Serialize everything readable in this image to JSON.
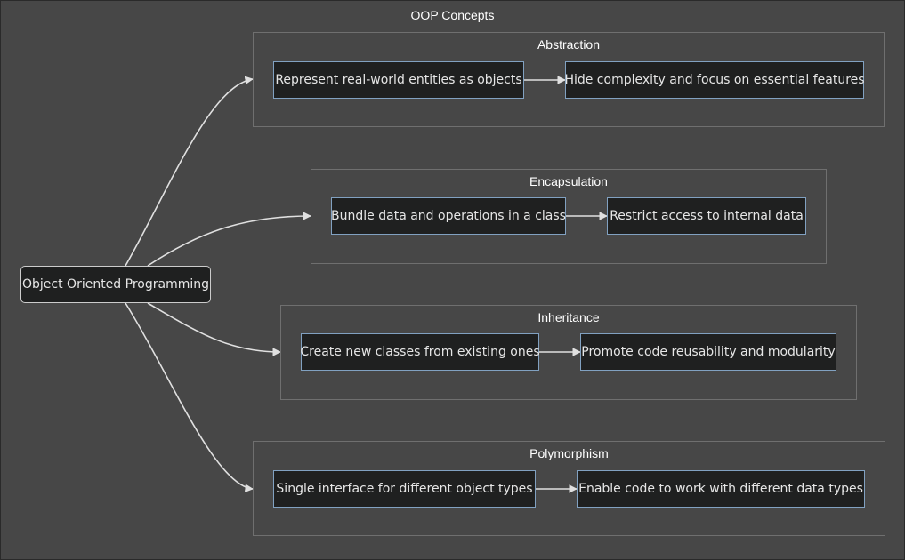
{
  "diagram": {
    "title": "OOP Concepts",
    "root": "Object Oriented Programming",
    "groups": [
      {
        "label": "Abstraction",
        "nodes": [
          "Represent real-world entities as objects",
          "Hide complexity and focus on essential features"
        ]
      },
      {
        "label": "Encapsulation",
        "nodes": [
          "Bundle data and operations in a class",
          "Restrict access to internal data"
        ]
      },
      {
        "label": "Inheritance",
        "nodes": [
          "Create new classes from existing ones",
          "Promote code reusability and modularity"
        ]
      },
      {
        "label": "Polymorphism",
        "nodes": [
          "Single interface for different object types",
          "Enable code to work with different data types"
        ]
      }
    ],
    "colors": {
      "background": "#474747",
      "node_fill": "#1f2020",
      "node_border": "#81a1c1",
      "edge": "#e0e0e0",
      "text": "#e6e6e6"
    }
  }
}
